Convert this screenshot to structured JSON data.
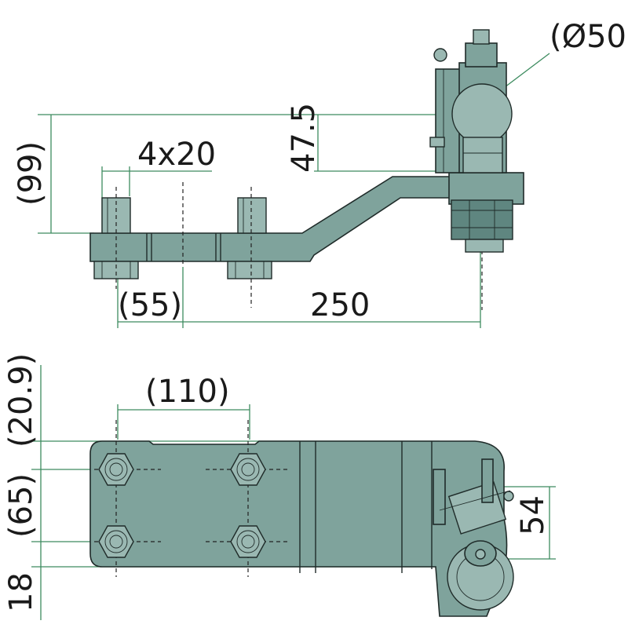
{
  "dimensions": {
    "ball_diameter": "(Ø50)",
    "height_offset": "(99)",
    "ball_height": "47.5",
    "bolts": "4x20",
    "bolt_offset": "(55)",
    "length": "250",
    "bolt_spacing": "(110)",
    "top_margin": "(20.9)",
    "row_spacing": "(65)",
    "bottom_margin": "18",
    "pin_spacing": "54"
  },
  "colors": {
    "part": "#7fa39c",
    "dimension_line": "#3d8b5f"
  }
}
